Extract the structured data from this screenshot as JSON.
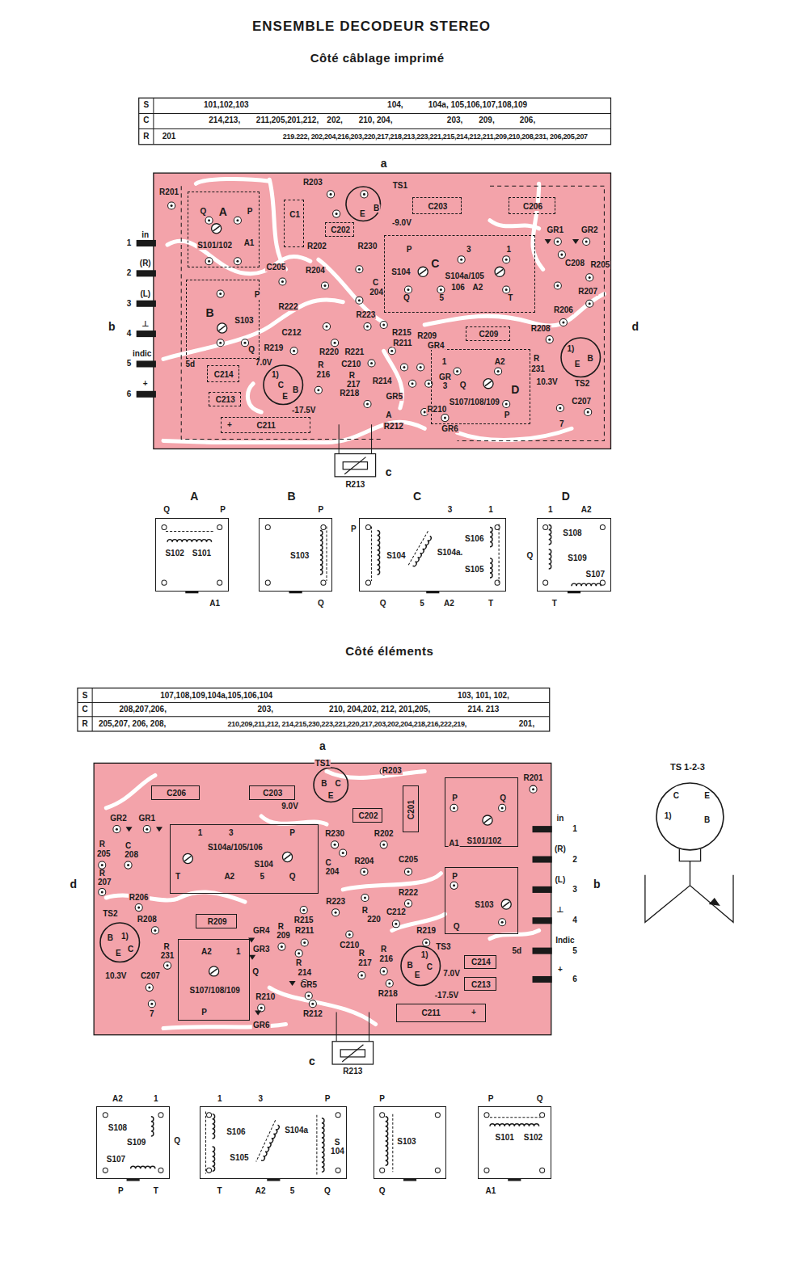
{
  "diagram": {
    "title": "ENSEMBLE DECODEUR STEREO",
    "nodes": [
      {
        "text": [
          "A",
          "Q",
          "P",
          "S101/102",
          "A1"
        ]
      },
      {
        "text": [
          "E",
          "B"
        ]
      },
      {
        "text": [
          "C203"
        ]
      },
      {
        "text": [
          "C206"
        ]
      },
      {
        "text": [
          "C1"
        ]
      },
      {
        "text": [
          "C202"
        ]
      },
      {
        "text": [
          "P",
          "3",
          "1",
          "C",
          "S104",
          "S104a/105",
          "106",
          "A2",
          "Q",
          "5",
          "T"
        ]
      },
      {
        "text": [
          "P",
          "B",
          "S103",
          "Q"
        ]
      },
      {
        "text": [
          "C209"
        ]
      },
      {
        "text": [
          "1",
          "A2",
          "Q",
          "D",
          "S107/108/109",
          "P"
        ]
      },
      {
        "text": [
          "1)",
          "E",
          "B"
        ]
      },
      {
        "text": [
          "1)",
          "C",
          "E",
          "B"
        ]
      },
      {
        "text": [
          "C214"
        ]
      },
      {
        "text": [
          "C213"
        ]
      },
      {
        "text": [
          "C211"
        ]
      },
      {
        "text": [
          "C206"
        ]
      },
      {
        "text": [
          "C203"
        ]
      },
      {
        "text": [
          "B",
          "C",
          "E"
        ]
      },
      {
        "text": [
          "C202"
        ]
      },
      {
        "text": [
          "C201"
        ]
      },
      {
        "text": [
          "P",
          "Q",
          "S101/102",
          "A1"
        ]
      },
      {
        "text": [
          "1",
          "3",
          "P",
          "S104a/105/106",
          "S104",
          "T",
          "A2",
          "5",
          "Q"
        ]
      },
      {
        "text": [
          "P",
          "S103",
          "Q"
        ]
      },
      {
        "text": [
          "R209"
        ]
      },
      {
        "text": [
          "B",
          "1)",
          "E",
          "C"
        ]
      },
      {
        "text": [
          "A2",
          "1",
          "Q",
          "S107/108/109",
          "P"
        ]
      },
      {
        "text": [
          "1)",
          "B",
          "E",
          "C"
        ]
      },
      {
        "text": [
          "C214"
        ]
      },
      {
        "text": [
          "C213"
        ]
      },
      {
        "text": [
          "C211"
        ]
      },
      {
        "text": [
          "A",
          "Q",
          "P",
          "S102",
          "S101",
          "A1"
        ]
      },
      {
        "text": [
          "B",
          "P",
          "S103",
          "Q"
        ]
      },
      {
        "text": [
          "C",
          "P",
          "3",
          "1",
          "S104",
          "S106",
          "S104a.",
          "S105",
          "Q",
          "5",
          "A2",
          "T"
        ]
      },
      {
        "text": [
          "D",
          "1",
          "A2",
          "S108",
          "Q",
          "S109",
          "S107",
          "T"
        ]
      },
      {
        "text": [
          "C",
          "E",
          "1)",
          "B"
        ]
      },
      {
        "text": [
          "A2",
          "1",
          "S108",
          "S109",
          "Q",
          "S107",
          "P",
          "T"
        ]
      },
      {
        "text": [
          "1",
          "3",
          "P",
          "S106",
          "S104a",
          "S105",
          "S 104",
          "T",
          "A2",
          "5",
          "Q"
        ]
      },
      {
        "text": [
          "P",
          "S103",
          "Q"
        ]
      },
      {
        "text": [
          "P",
          "Q",
          "S101",
          "S102",
          "A1"
        ]
      }
    ],
    "labels": [
      "Côté câblage imprimé",
      "Côté éléments",
      "S",
      "C",
      "R",
      "101,102,103",
      "104,",
      "104a, 105,106,107,108,109",
      "214,213,",
      "211,205,201,212,",
      "202,",
      "210, 204,",
      "203,",
      "209,",
      "206,",
      "201",
      "219.222, 202,204,216,203,220,217,218,213,223,221,215,214,212,211,209,210,208,231, 206,205,207",
      "a",
      "b",
      "c",
      "d",
      "in",
      "1",
      "(R)",
      "2",
      "(L)",
      "3",
      "⊥",
      "4",
      "indic",
      "5",
      "+",
      "6",
      "R201",
      "R203",
      "TS1",
      "-9.0V",
      "GR1",
      "GR2",
      "C208",
      "R205",
      "R207",
      "R206",
      "R208",
      "R",
      "231",
      "10.3V",
      "TS2",
      "C207",
      "7",
      "C205",
      "R202",
      "R204",
      "R230",
      "C",
      "204",
      "R222",
      "R223",
      "C212",
      "R215",
      "R209",
      "R211",
      "GR4",
      "R219",
      "R220",
      "R221",
      "7.0V",
      "C210",
      "R",
      "216",
      "R",
      "217",
      "R214",
      "GR",
      "3",
      "GR5",
      "R218",
      "-17.5V",
      "R210",
      "R212",
      "GR6",
      "A",
      "5d",
      "+",
      "R213",
      "a",
      "b",
      "c",
      "d",
      "S",
      "C",
      "R",
      "107,108,109,104a,105,106,104",
      "103, 101, 102,",
      "208,207,206,",
      "203,",
      "210, 204,202, 212, 201,205,",
      "214. 213",
      "205,207, 206, 208,",
      "210,209,211,212, 214,215,230,223,221,220,217,203,202,204,218,216,222,219,",
      "201,",
      "TS1",
      "R203",
      "R201",
      "9.0V",
      "in",
      "1",
      "(R)",
      "2",
      "(L)",
      "3",
      "⊥",
      "4",
      "Indic",
      "5",
      "+",
      "6",
      "5d",
      "GR2",
      "GR1",
      "R",
      "205",
      "C",
      "208",
      "R",
      "207",
      "R206",
      "TS2",
      "R208",
      "R",
      "231",
      "10.3V",
      "C207",
      "7",
      "R230",
      "R202",
      "C",
      "204",
      "R204",
      "C205",
      "R222",
      "R223",
      "R",
      "220",
      "R215",
      "C212",
      "R219",
      "GR4",
      "R",
      "209",
      "R211",
      "C210",
      "GR3",
      "R",
      "214",
      "R",
      "217",
      "R",
      "216",
      "TS3",
      "7.0V",
      "-17.5V",
      "R218",
      "GR5",
      "R210",
      "R212",
      "GR6",
      "+",
      "R213",
      "TS 1-2-3"
    ]
  }
}
